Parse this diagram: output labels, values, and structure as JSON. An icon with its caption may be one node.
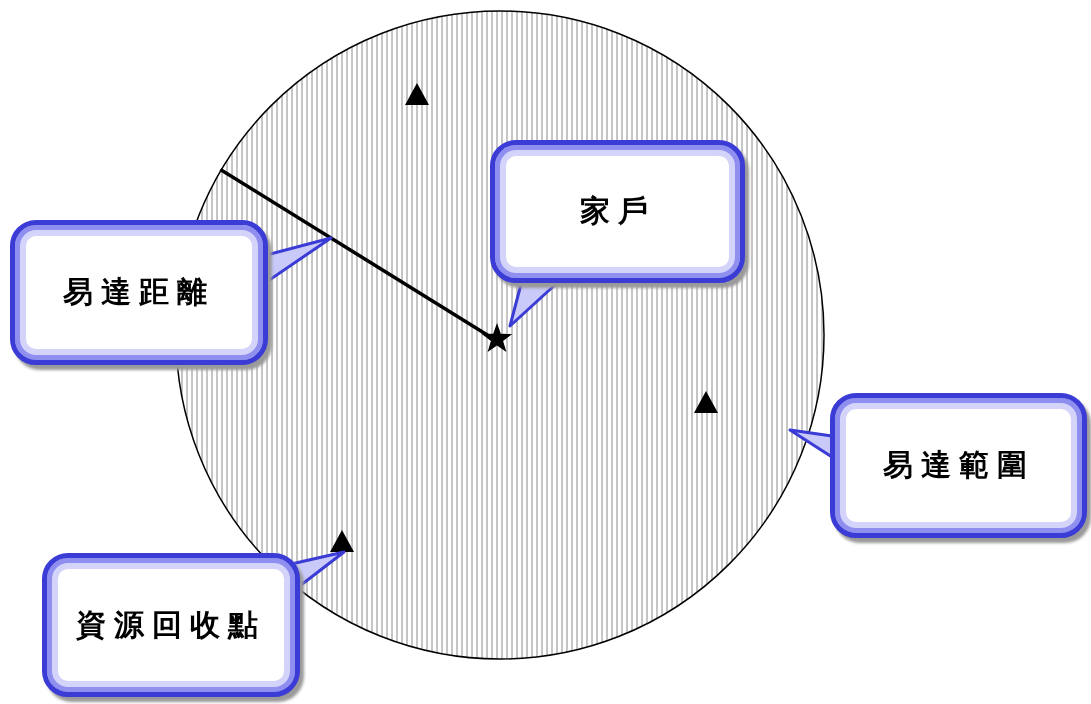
{
  "diagram": {
    "nodes": [
      {
        "text": [],
        "shape": "circle"
      },
      {
        "text": [],
        "shape": "triangle",
        "in": 0
      },
      {
        "text": [
          "家戶"
        ],
        "in": 0
      },
      {
        "text": [
          "易達距離"
        ]
      },
      {
        "text": [],
        "shape": "star",
        "in": 0
      },
      {
        "text": [],
        "shape": "triangle",
        "in": 0
      },
      {
        "text": [
          "易達範圍"
        ]
      },
      {
        "text": [],
        "shape": "triangle",
        "in": 0
      },
      {
        "text": [
          "資源回收點"
        ]
      }
    ]
  }
}
